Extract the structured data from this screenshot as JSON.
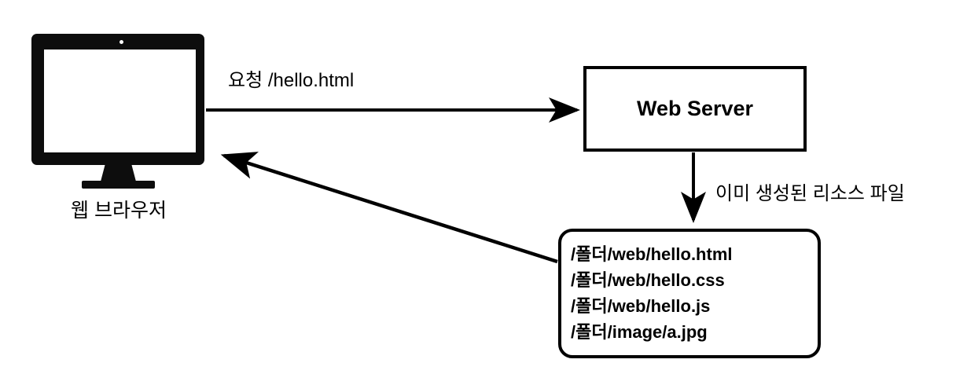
{
  "diagram": {
    "title": "Web server static resource request flow",
    "background_color": "#ffffff",
    "stroke_color": "#000000"
  },
  "browser": {
    "label": "웹 브라우저",
    "icon": "desktop-monitor-icon"
  },
  "request": {
    "label": "요청 /hello.html",
    "arrow": "browser-to-server-arrow"
  },
  "server": {
    "label": "Web Server"
  },
  "resource": {
    "note": "이미 생성된 리소스 파일",
    "arrow": "server-to-files-arrow"
  },
  "files": {
    "items": [
      "/폴더/web/hello.html",
      "/폴더/web/hello.css",
      "/폴더/web/hello.js",
      "/폴더/image/a.jpg"
    ]
  },
  "response": {
    "arrow": "files-to-browser-arrow"
  }
}
